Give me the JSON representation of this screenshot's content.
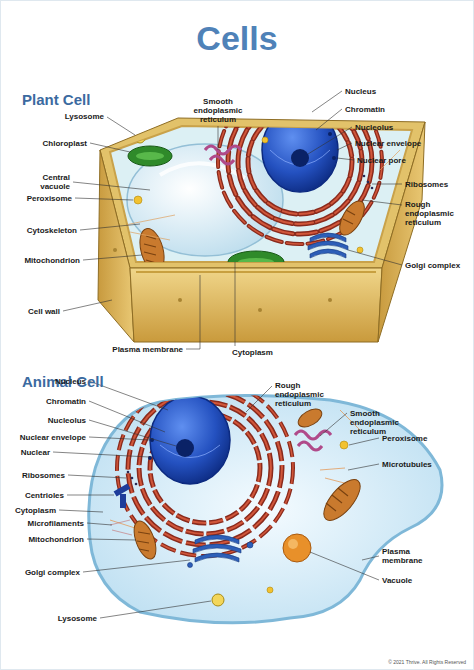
{
  "diagram": {
    "title": "Cells",
    "labels": [
      "Plant Cell",
      "Lysosome",
      "Smooth endoplasmic reticulum",
      "Nucleus",
      "Chromatin",
      "Nucleolus",
      "Nuclear envelope",
      "Nuclear pore",
      "Chloroplast",
      "Central vacuole",
      "Ribosomes",
      "Peroxisome",
      "Rough endoplasmic reticulum",
      "Cytoskeleton",
      "Mitochondrion",
      "Golgi complex",
      "Cell wall",
      "Plasma membrane",
      "Cytoplasm",
      "Animal Cell",
      "Nucleus",
      "Rough endoplasmic reticulum",
      "Chromatin",
      "Smooth endoplasmic reticulum",
      "Nucleolus",
      "Peroxisome",
      "Nuclear envelope",
      "Nuclear",
      "Microtubules",
      "Ribosomes",
      "Centrioles",
      "Cytoplasm",
      "Microfilaments",
      "Mitochondrion",
      "Plasma membrane",
      "Golgi complex",
      "Vacuole",
      "Lysosome",
      "© 2021 Thrive. All Rights Reserved"
    ]
  }
}
